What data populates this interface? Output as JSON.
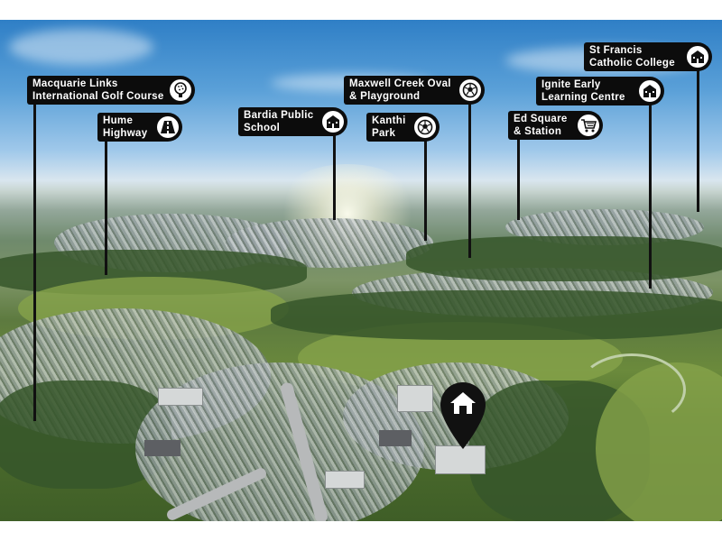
{
  "colors": {
    "label_bg": "#0c0c0c",
    "label_text": "#ffffff",
    "leader_line": "#111111",
    "pin": "#111111"
  },
  "labels": [
    {
      "id": "golf",
      "text": "Macquarie Links\nInternational Golf Course",
      "icon": "golf-ball-icon"
    },
    {
      "id": "hume",
      "text": "Hume\nHighway",
      "icon": "highway-road-icon"
    },
    {
      "id": "bardia",
      "text": "Bardia Public\nSchool",
      "icon": "school-building-icon"
    },
    {
      "id": "kanthi",
      "text": "Kanthi\nPark",
      "icon": "soccer-ball-icon"
    },
    {
      "id": "maxwell",
      "text": "Maxwell Creek Oval\n& Playground",
      "icon": "soccer-ball-icon"
    },
    {
      "id": "edsquare",
      "text": "Ed Square\n& Station",
      "icon": "shopping-cart-icon"
    },
    {
      "id": "ignite",
      "text": "Ignite Early\nLearning Centre",
      "icon": "school-building-icon"
    },
    {
      "id": "stfrancis",
      "text": "St Francis\nCatholic College",
      "icon": "school-building-icon"
    }
  ],
  "property_marker": {
    "icon": "home-icon"
  }
}
